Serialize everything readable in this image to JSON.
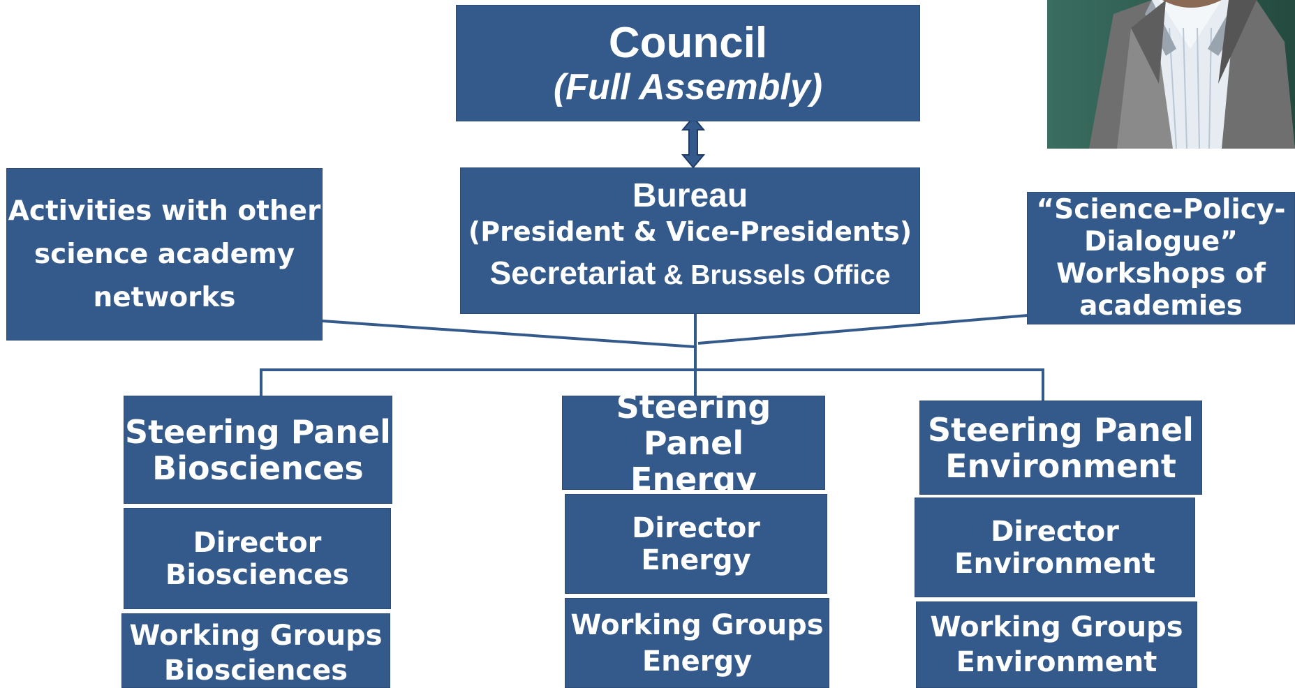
{
  "council": {
    "title": "Council",
    "subtitle": "(Full Assembly)"
  },
  "bureau": {
    "title": "Bureau",
    "subtitle": "(President & Vice-Presidents)",
    "secretariat": "Secretariat",
    "brussels": " & Brussels Office"
  },
  "left_activities": {
    "line1": "Activities with other",
    "line2": "science academy",
    "line3": "networks"
  },
  "right_dialogue": {
    "line1": "“Science-Policy-",
    "line2": "Dialogue”",
    "line3": "Workshops of",
    "line4": "academies"
  },
  "columns": [
    {
      "steering": [
        "Steering Panel",
        "Biosciences"
      ],
      "director": [
        "Director",
        "Biosciences"
      ],
      "working": [
        "Working Groups",
        "Biosciences"
      ]
    },
    {
      "steering": [
        "Steering Panel",
        "Energy"
      ],
      "director": [
        "Director",
        "Energy"
      ],
      "working": [
        "Working Groups",
        "Energy"
      ]
    },
    {
      "steering": [
        "Steering Panel",
        "Environment"
      ],
      "director": [
        "Director",
        "Environment"
      ],
      "working": [
        "Working Groups",
        "Environment"
      ]
    }
  ],
  "colors": {
    "box_fill": "#345a8c",
    "connector": "#345a8c",
    "text": "#ffffff"
  },
  "photo": {
    "icon": "person-photo"
  }
}
